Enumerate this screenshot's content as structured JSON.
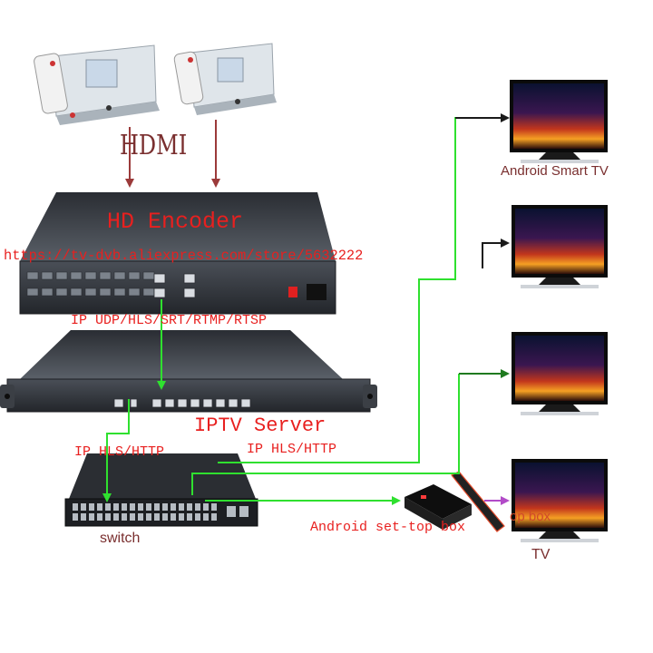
{
  "labels": {
    "hdmi": "HDMI",
    "encoder_title": "HD Encoder",
    "store_url": "https://tv-dvb.aliexpress.com/store/5632222",
    "encoder_protocols": "IP UDP/HLS/SRT/RTMP/RTSP",
    "iptv_server": "IPTV Server",
    "switch_protocols_left": "IP HLS/HTTP",
    "switch_protocols_right": "IP HLS/HTTP",
    "switch": "switch",
    "android_tv": "Android Smart TV",
    "set_top_box": "Android set-top box",
    "tv": "TV",
    "stb_overlap": "op box"
  },
  "colors": {
    "hdmi_arrow": "#9b3a3a",
    "black_arrow": "#1a1a1a",
    "green_line": "#2fe02f",
    "dark_green_arrow": "#1f7a1f",
    "magenta_arrow": "#b24bc8",
    "red_text": "#e8201f"
  }
}
